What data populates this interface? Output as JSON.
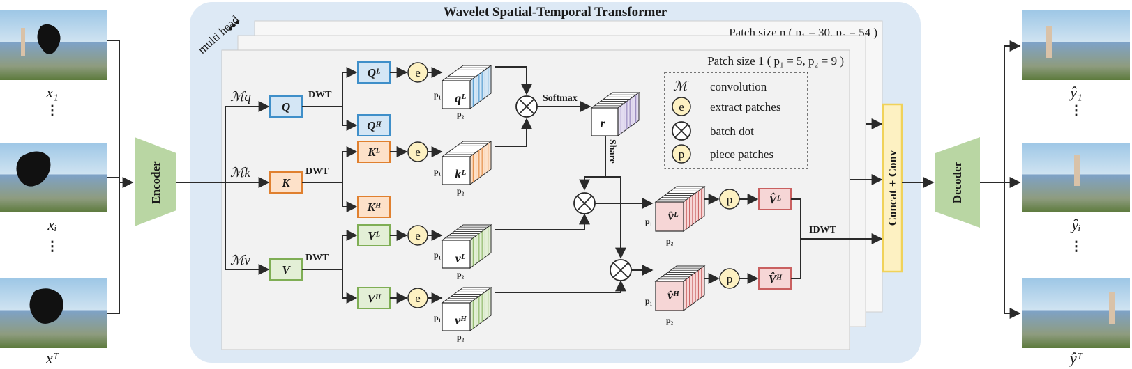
{
  "title": "Wavelet Spatial-Temporal Transformer",
  "multi_head": "multi head",
  "patch_size_n": "Patch size n ( p₁ = 30, p₂ = 54 )",
  "patch_size_1": "Patch size 1 ( p₁ = 5, p₂ = 9 )",
  "encoder": "Encoder",
  "decoder": "Decoder",
  "concat_conv": "Concat + Conv",
  "inputs": [
    "x₁",
    "xᵢ",
    "xᵀ"
  ],
  "outputs": [
    "ŷ₁",
    "ŷᵢ",
    "ŷᵀ"
  ],
  "m_labels": [
    "ℳq",
    "ℳk",
    "ℳv"
  ],
  "dwt": "DWT",
  "idwt": "IDWT",
  "softmax": "Softmax",
  "share": "Share",
  "blocks": {
    "q": "Q",
    "k": "K",
    "v": "V",
    "ql": "Qᴸ",
    "qh": "Qᴴ",
    "kl": "Kᴸ",
    "kh": "Kᴴ",
    "vl": "Vᴸ",
    "vh": "Vᴴ",
    "vhat_l": "V̂ᴸ",
    "vhat_h": "V̂ᴴ"
  },
  "patches": {
    "ql": "qᴸ",
    "kl": "kᴸ",
    "vl": "vᴸ",
    "vh": "vᴴ",
    "r": "r",
    "vhat_l": "v̂ᴸ",
    "vhat_h": "v̂ᴴ",
    "p1": "p₁",
    "p2": "p₂"
  },
  "op_e": "e",
  "op_p": "p",
  "legend": {
    "m_symbol": "ℳ",
    "conv": "convolution",
    "extract": "extract patches",
    "batch_dot": "batch dot",
    "piece": "piece patches"
  },
  "colors": {
    "blue": "#d4e6f5",
    "blue_border": "#3f8fc9",
    "orange": "#fde1c9",
    "orange_border": "#e0802f",
    "green": "#e3efd6",
    "green_border": "#7fae55",
    "red": "#f6d6d6",
    "red_border": "#c96060",
    "yellow": "#fdf1c2",
    "yellow_border": "#d8b84c",
    "panel": "#dde9f5",
    "enc": "#b9d6a3"
  }
}
